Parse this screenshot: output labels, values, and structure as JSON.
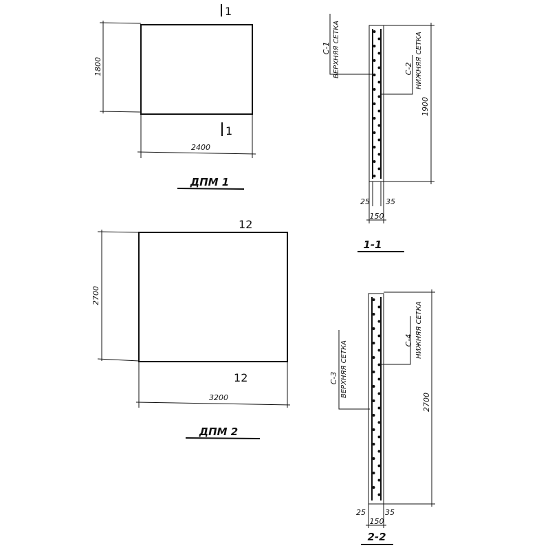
{
  "panel1": {
    "title": "ДПМ 1",
    "width": "2400",
    "height": "1800",
    "section_mark": "1"
  },
  "panel2": {
    "title": "ДПМ 2",
    "width": "3200",
    "height": "2700",
    "section_mark": "2",
    "section_mark_prefix": "1"
  },
  "section1": {
    "title": "1-1",
    "height": "1900",
    "cover_top": "25",
    "cover_bottom": "35",
    "thickness": "150",
    "upper_mesh": {
      "code": "С-1",
      "label": "ВЕРХНЯЯ СЕТКА"
    },
    "lower_mesh": {
      "code": "С-2",
      "label": "НИЖНЯЯ СЕТКА"
    }
  },
  "section2": {
    "title": "2-2",
    "height": "2700",
    "cover_top": "25",
    "cover_bottom": "35",
    "thickness": "150",
    "upper_mesh": {
      "code": "С-3",
      "label": "ВЕРХНЯЯ СЕТКА"
    },
    "lower_mesh": {
      "code": "С-4",
      "label": "НИЖНЯЯ СЕТКА"
    }
  }
}
